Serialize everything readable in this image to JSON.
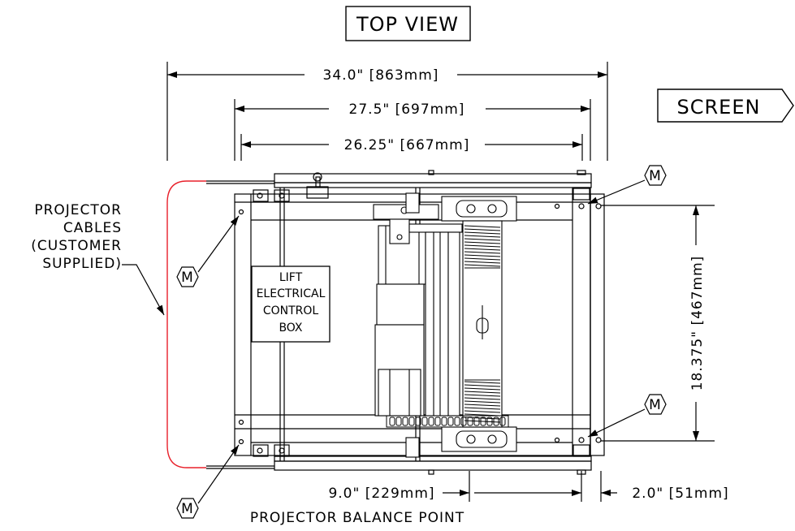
{
  "title": "TOP VIEW",
  "screen_label": "SCREEN",
  "dimensions": {
    "overall_width": "34.0\" [863mm]",
    "frame_width": "27.5\" [697mm]",
    "inner_width": "26.25\" [667mm]",
    "depth": "18.375\" [467mm]",
    "balance_offset": "9.0\" [229mm]",
    "edge_offset": "2.0\" [51mm]"
  },
  "callouts": {
    "cables": [
      "PROJECTOR",
      "CABLES",
      "(CUSTOMER",
      "SUPPLIED)"
    ],
    "control_box": [
      "LIFT",
      "ELECTRICAL",
      "CONTROL",
      "BOX"
    ],
    "balance_point": "PROJECTOR BALANCE POINT",
    "mount_marker": "M"
  },
  "colors": {
    "line": "#000000",
    "cable": "#e8202a"
  }
}
